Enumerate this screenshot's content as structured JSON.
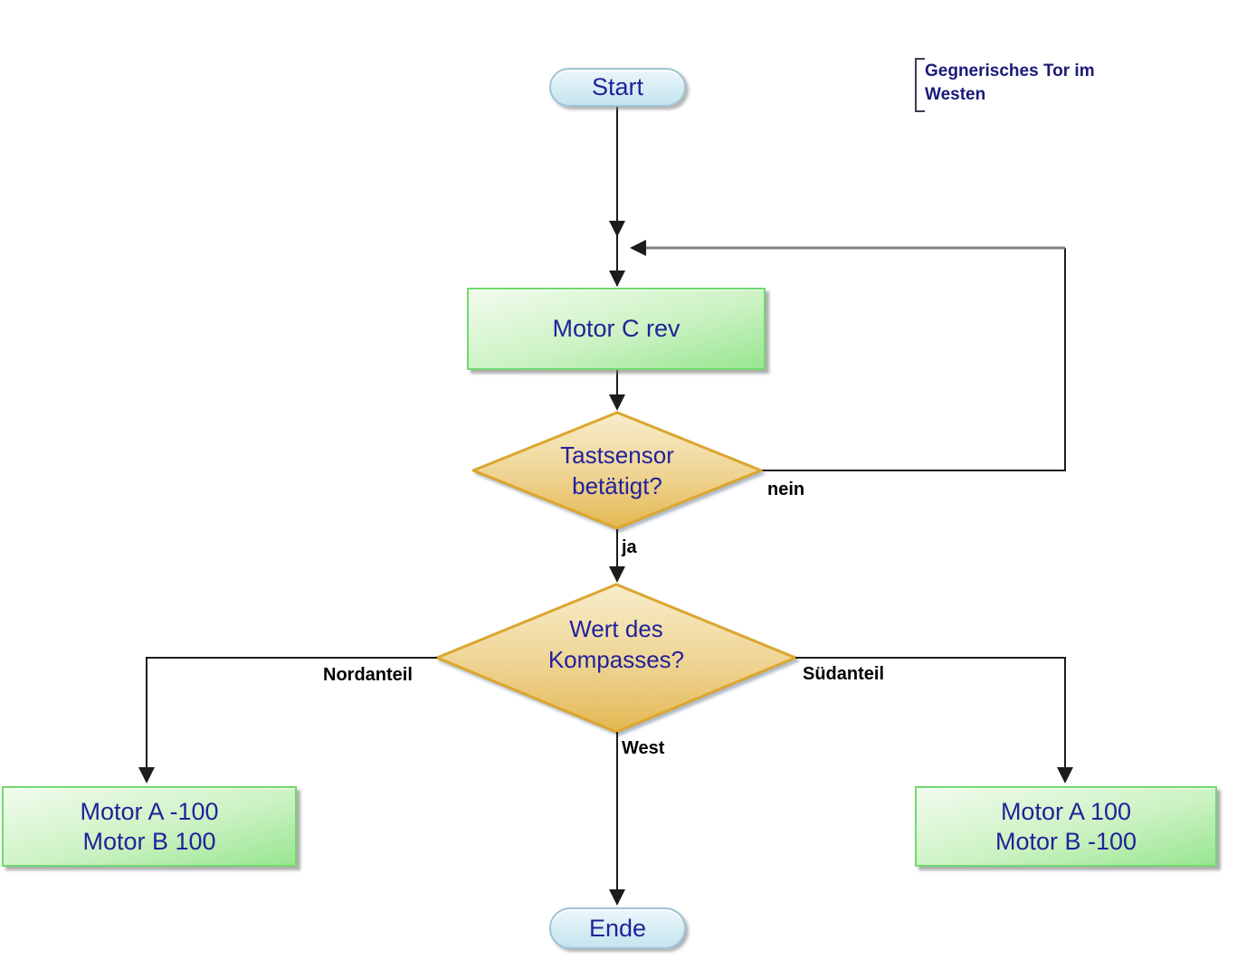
{
  "flowchart": {
    "annotation": {
      "line1": "Gegnerisches Tor im",
      "line2": "Westen"
    },
    "nodes": {
      "start": {
        "label": "Start",
        "type": "terminal"
      },
      "motor_c": {
        "label": "Motor C rev",
        "type": "process"
      },
      "touch_decision": {
        "line1": "Tastsensor",
        "line2": "betätigt?",
        "type": "decision"
      },
      "compass_decision": {
        "line1": "Wert des",
        "line2": "Kompasses?",
        "type": "decision"
      },
      "north_action": {
        "line1": "Motor A -100",
        "line2": "Motor B 100",
        "type": "process"
      },
      "south_action": {
        "line1": "Motor A 100",
        "line2": "Motor B -100",
        "type": "process"
      },
      "end": {
        "label": "Ende",
        "type": "terminal"
      }
    },
    "edge_labels": {
      "no": "nein",
      "yes": "ja",
      "north": "Nordanteil",
      "south": "Südanteil",
      "west": "West"
    },
    "colors": {
      "node_text": "#22229a",
      "annotation_text": "#1a1a78",
      "label_text": "#000000",
      "terminal_fill_top": "#ecf7fb",
      "terminal_fill_bottom": "#c6e4ef",
      "terminal_border": "#9fc4d3",
      "process_fill_top": "#f2fcee",
      "process_fill_bottom": "#98e691",
      "process_border": "#70d96e",
      "decision_fill_top": "#f8eecb",
      "decision_fill_bottom": "#e3b851",
      "decision_border": "#dca62e",
      "edge_line": "#1c1c1c",
      "loop_line_gray": "#828282"
    }
  }
}
